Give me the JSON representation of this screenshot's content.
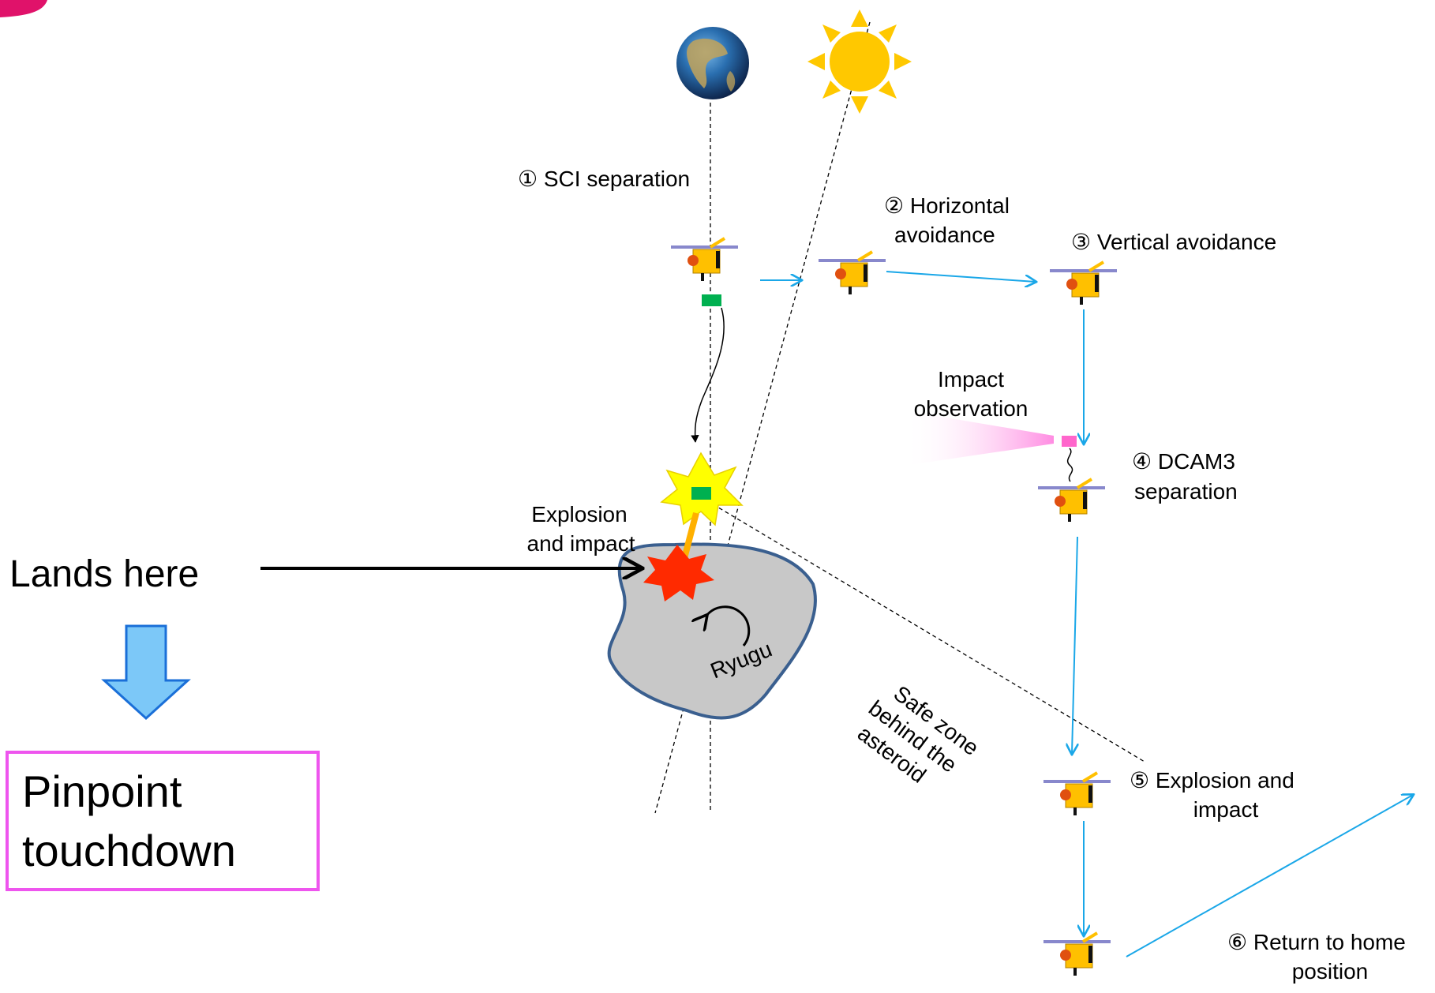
{
  "labels": {
    "step1": "① SCI separation",
    "step2_line1": "② Horizontal",
    "step2_line2": "avoidance",
    "step3": "③ Vertical avoidance",
    "impact_obs_line1": "Impact",
    "impact_obs_line2": "observation",
    "step4_line1": "④ DCAM3",
    "step4_line2": "separation",
    "explosion_line1": "Explosion",
    "explosion_line2": "and impact",
    "lands_here": "Lands here",
    "asteroid": "Ryugu",
    "safe_line1": "Safe zone",
    "safe_line2": "behind the",
    "safe_line3": "asteroid",
    "step5_line1": "⑤ Explosion and",
    "step5_line2": "impact",
    "step6_line1": "⑥ Return to home",
    "step6_line2": "position",
    "pinpoint_line1": "Pinpoint",
    "pinpoint_line2": "touchdown"
  },
  "colors": {
    "flow_arrow": "#1aa7e8",
    "spacecraft_body": "#ffc000",
    "solar_panel": "#8888cc",
    "sci_impactor": "#00b050",
    "dcam3": "#ff66cc",
    "explosion_yellow": "#ffff00",
    "impact_red": "#ff2a00",
    "asteroid_fill": "#c8c8c8",
    "asteroid_outline": "#3a5f8f",
    "pinpoint_border": "#ee55ee",
    "down_arrow_fill": "#7cc8f8",
    "down_arrow_stroke": "#1a6fd8",
    "sun": "#ffc800"
  },
  "icons": [
    "earth-icon",
    "sun-icon",
    "spacecraft-icon",
    "sci-impactor-icon",
    "dcam3-icon",
    "explosion-icon",
    "impact-burst-icon",
    "rotation-arrow-icon",
    "down-arrow-icon"
  ]
}
